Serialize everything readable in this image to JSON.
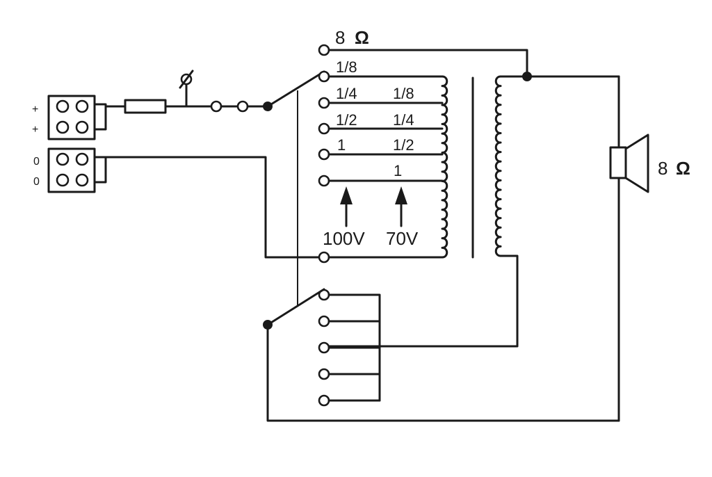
{
  "input_terminals": {
    "positive_symbol": "+",
    "zero_symbol": "0"
  },
  "output_taps": {
    "ohm_value": "8",
    "ohm_symbol": "Ω"
  },
  "primary_taps": {
    "power_100v": [
      "1/8",
      "1/4",
      "1/2",
      "1"
    ],
    "power_70v": [
      "1/8",
      "1/4",
      "1/2",
      "1"
    ]
  },
  "voltage_labels": {
    "high": "100V",
    "low": "70V"
  },
  "speaker": {
    "ohm_value": "8",
    "ohm_symbol": "Ω"
  }
}
